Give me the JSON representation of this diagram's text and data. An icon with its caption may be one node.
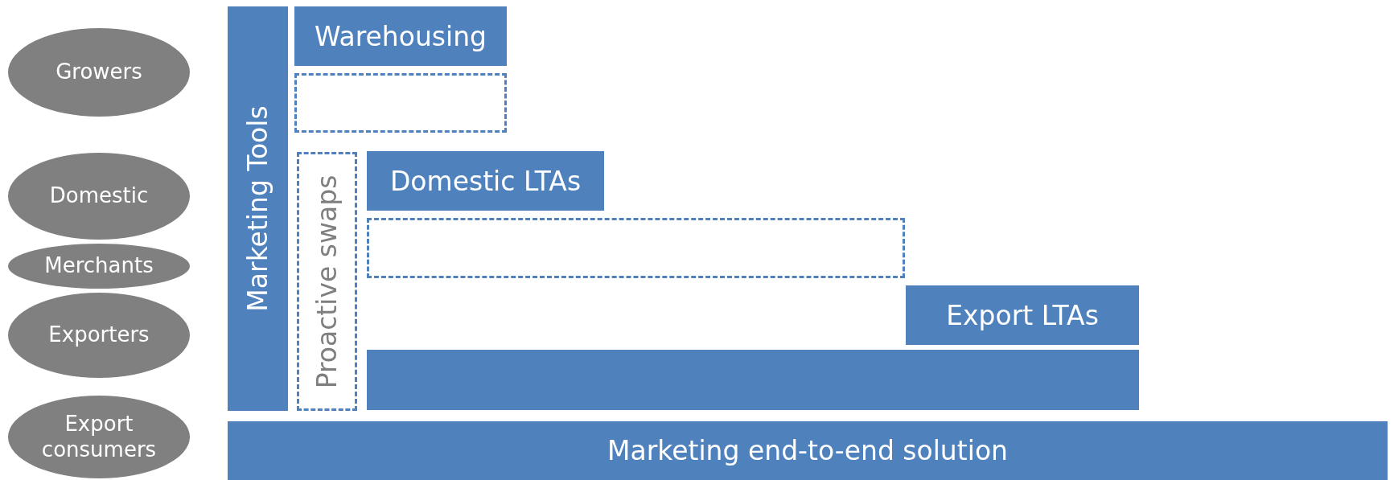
{
  "diagram": {
    "nodes": [
      {
        "text": [
          "Growers"
        ]
      },
      {
        "text": [
          "Domestic"
        ]
      },
      {
        "text": [
          "Merchants"
        ]
      },
      {
        "text": [
          "Exporters"
        ]
      },
      {
        "text": [
          "Export consumers"
        ]
      },
      {
        "text": [
          "Marketing Tools"
        ]
      },
      {
        "text": [
          "Warehousing"
        ]
      },
      {
        "text": [],
        "shape": "box"
      },
      {
        "text": [
          "Proactive swaps"
        ]
      },
      {
        "text": [
          "Domestic LTAs"
        ]
      },
      {
        "text": [],
        "shape": "box"
      },
      {
        "text": [
          "Export LTAs"
        ]
      },
      {
        "text": [],
        "shape": "box"
      },
      {
        "text": [
          "Marketing end-to-end solution"
        ]
      }
    ]
  }
}
